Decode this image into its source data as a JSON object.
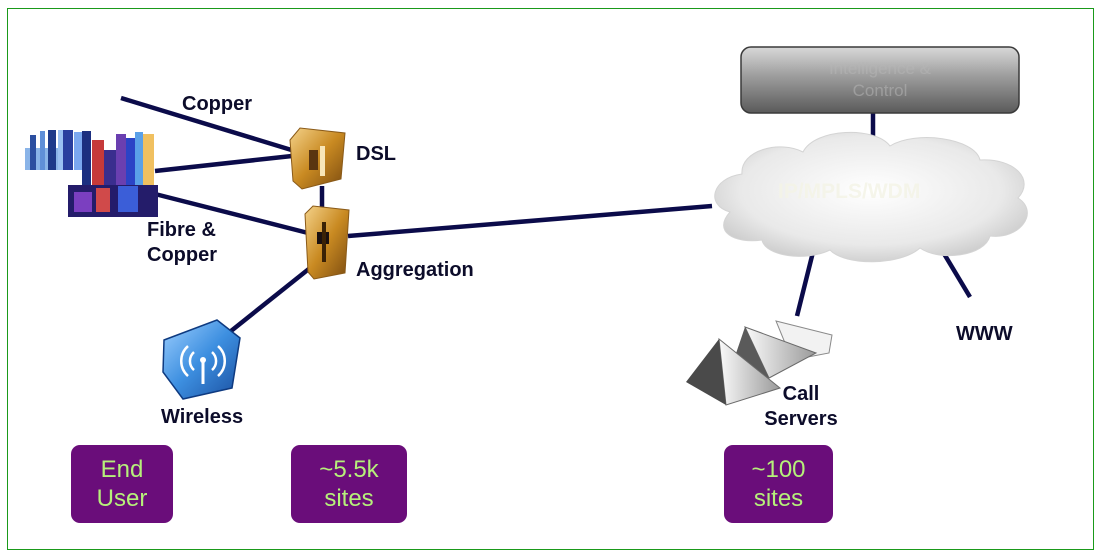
{
  "labels": {
    "copper": "Copper",
    "dsl": "DSL",
    "fibre_copper": "Fibre &\nCopper",
    "aggregation": "Aggregation",
    "wireless": "Wireless",
    "call_servers": "Call\nServers",
    "www": "WWW"
  },
  "core": {
    "control_box": "Intelligence &\nControl",
    "cloud": "IP/MPLS/WDM"
  },
  "badges": {
    "end_user": "End\nUser",
    "sites_5k": "~5.5k\nsites",
    "sites_100": "~100\nsites"
  },
  "colors": {
    "link": "#0b0b4a",
    "badge_bg": "#6a0d7a",
    "badge_text": "#b6f07a",
    "frame": "#1a9a1a"
  },
  "icons": {
    "building": "city-buildings-icon",
    "dsl": "dsl-equipment-icon",
    "aggregation": "aggregation-node-icon",
    "wireless": "wireless-antenna-icon",
    "call_servers": "call-servers-icon",
    "cloud": "network-cloud-icon",
    "control": "control-box-icon"
  }
}
